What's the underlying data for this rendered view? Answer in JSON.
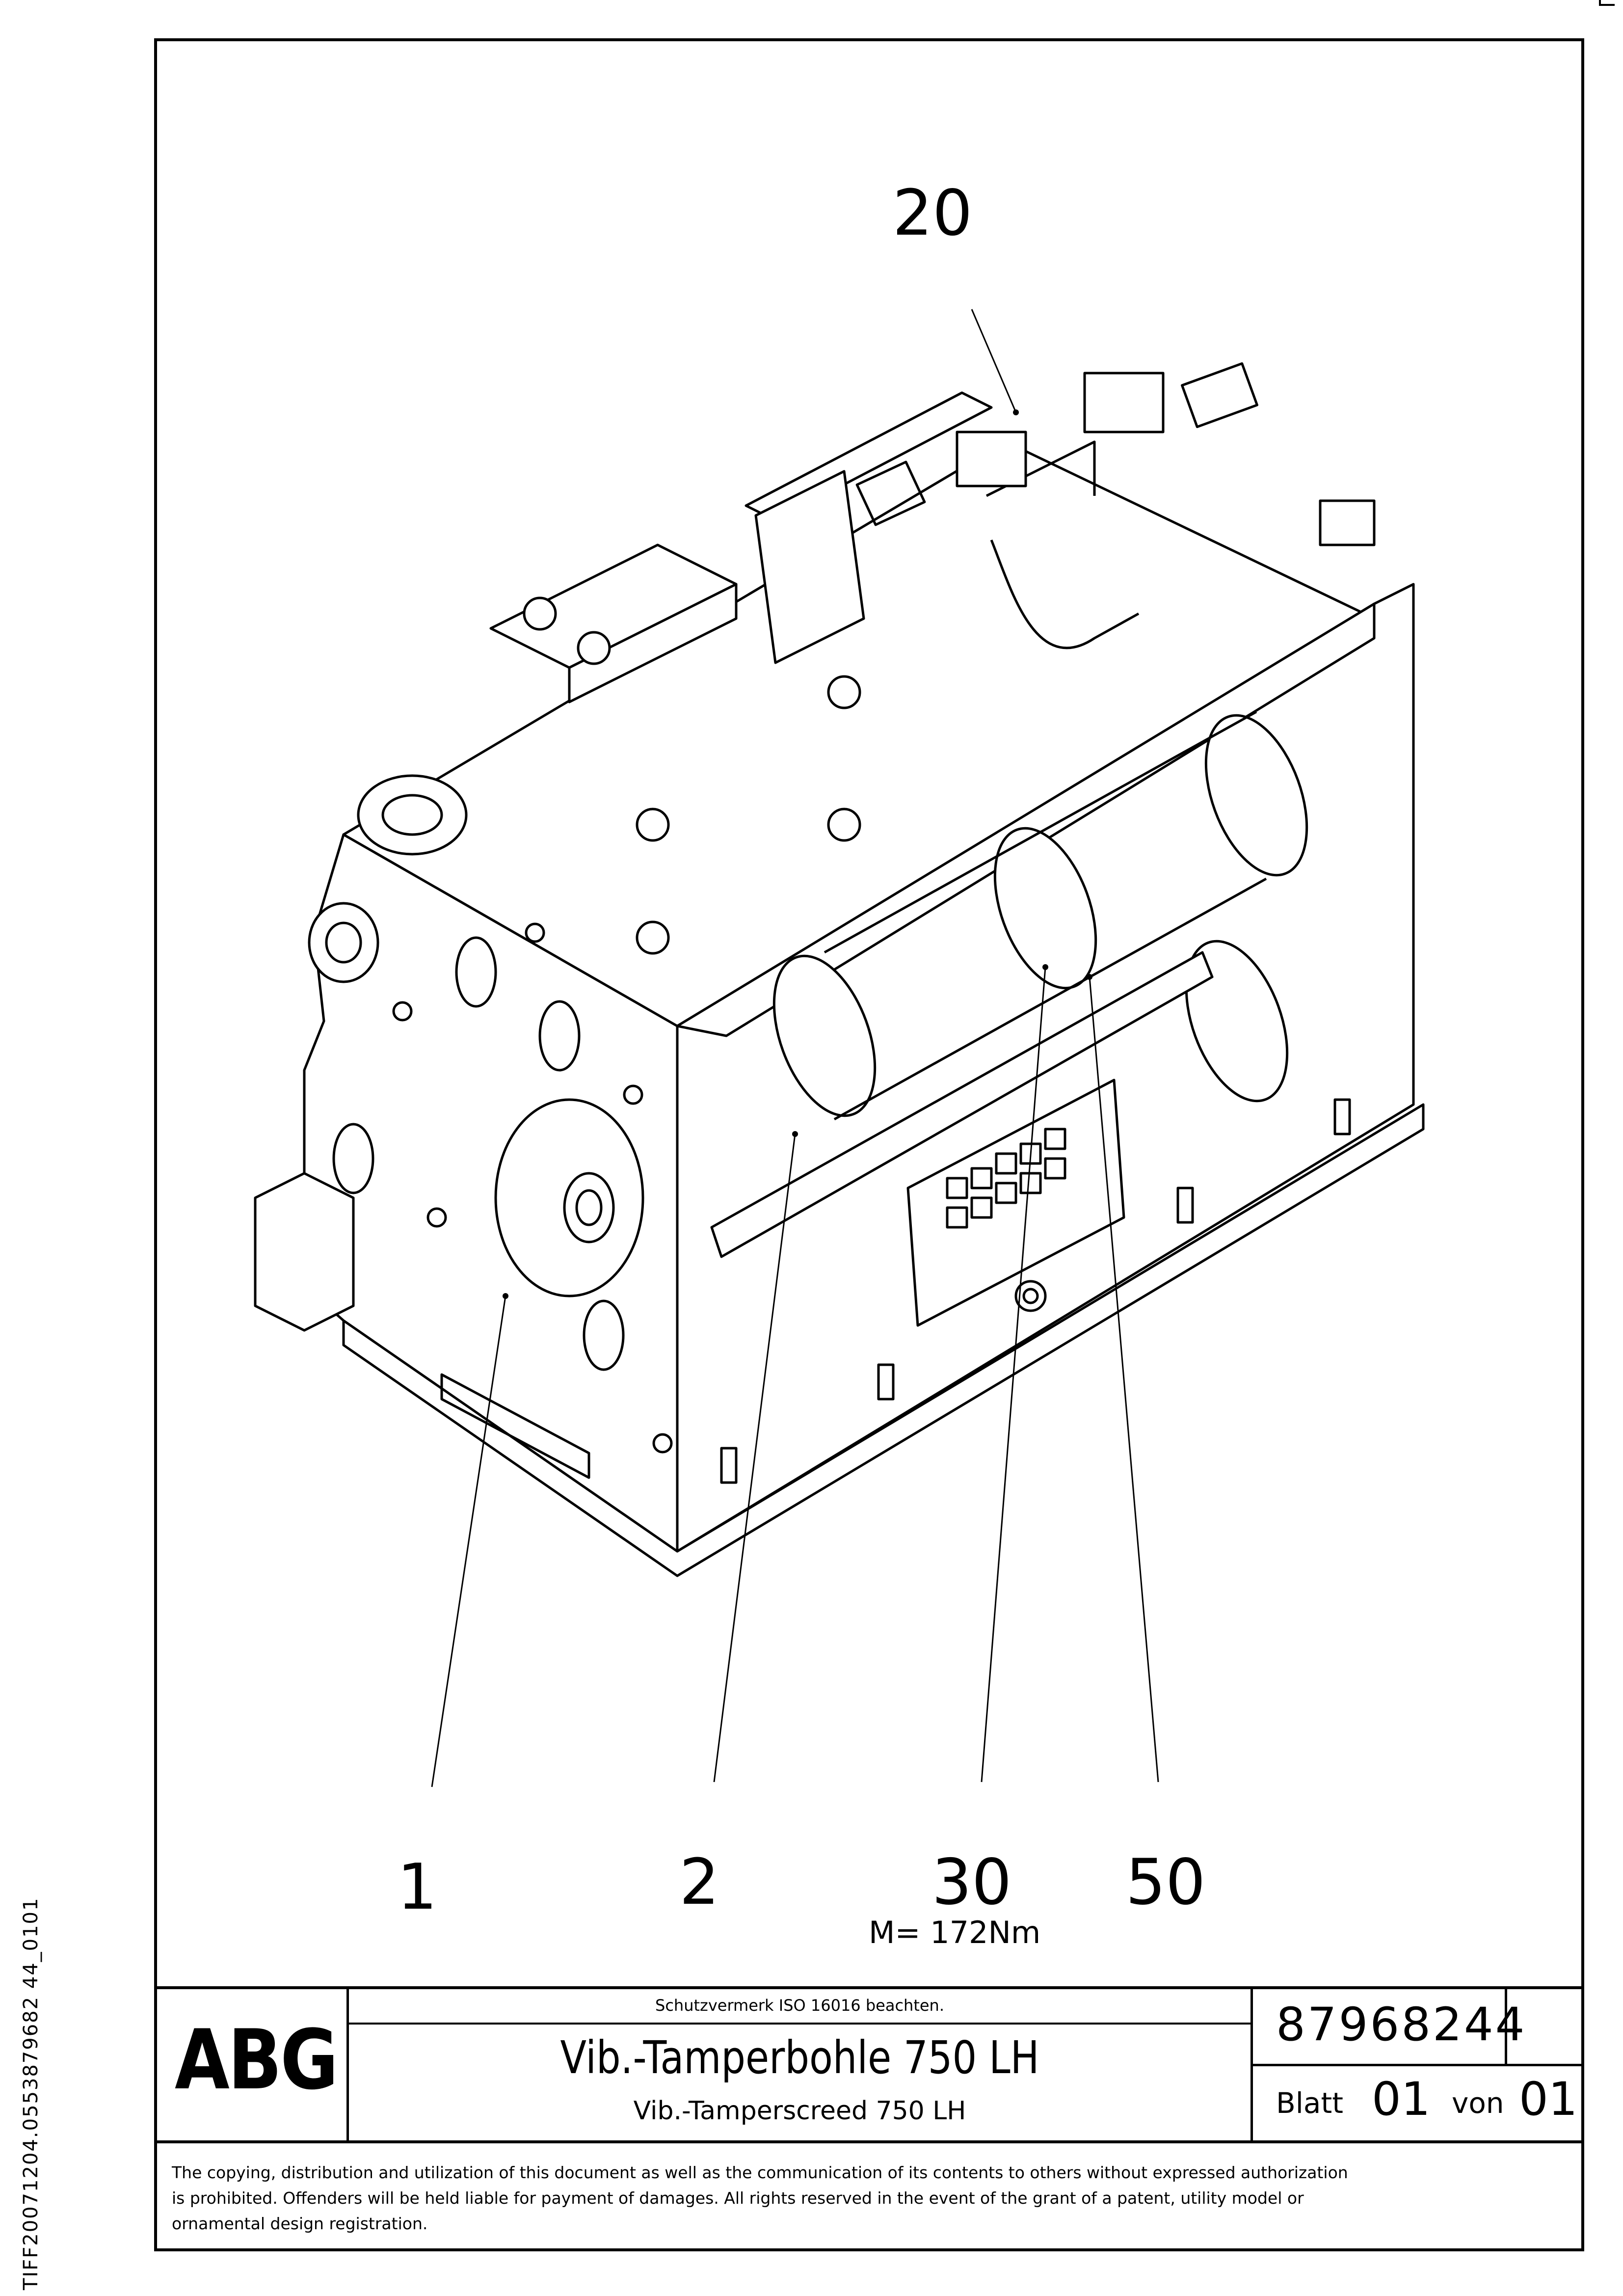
{
  "side_identifier": "TIFF20071204.0553879682 44_0101",
  "callouts": [
    {
      "id": "20",
      "label": "20"
    },
    {
      "id": "1",
      "label": "1"
    },
    {
      "id": "2",
      "label": "2"
    },
    {
      "id": "30",
      "label": "30"
    },
    {
      "id": "50",
      "label": "50"
    }
  ],
  "torque_note": "M= 172Nm",
  "title_block": {
    "logo": "ABG",
    "protection_note": "Schutzvermerk ISO 16016 beachten.",
    "title_de": "Vib.-Tamperbohle 750 LH",
    "title_en": "Vib.-Tamperscreed 750 LH",
    "part_number": "87968244",
    "sheet_label": "Blatt",
    "sheet_number": "01",
    "of_label": "von",
    "sheet_total": "01"
  },
  "copyright_notice": [
    "The copying, distribution and utilization of this document as well as the communication of its contents to others without expressed authorization",
    "is prohibited. Offenders will be held liable for payment of damages. All rights reserved in the event of the grant of a patent, utility model or",
    "ornamental design registration."
  ]
}
